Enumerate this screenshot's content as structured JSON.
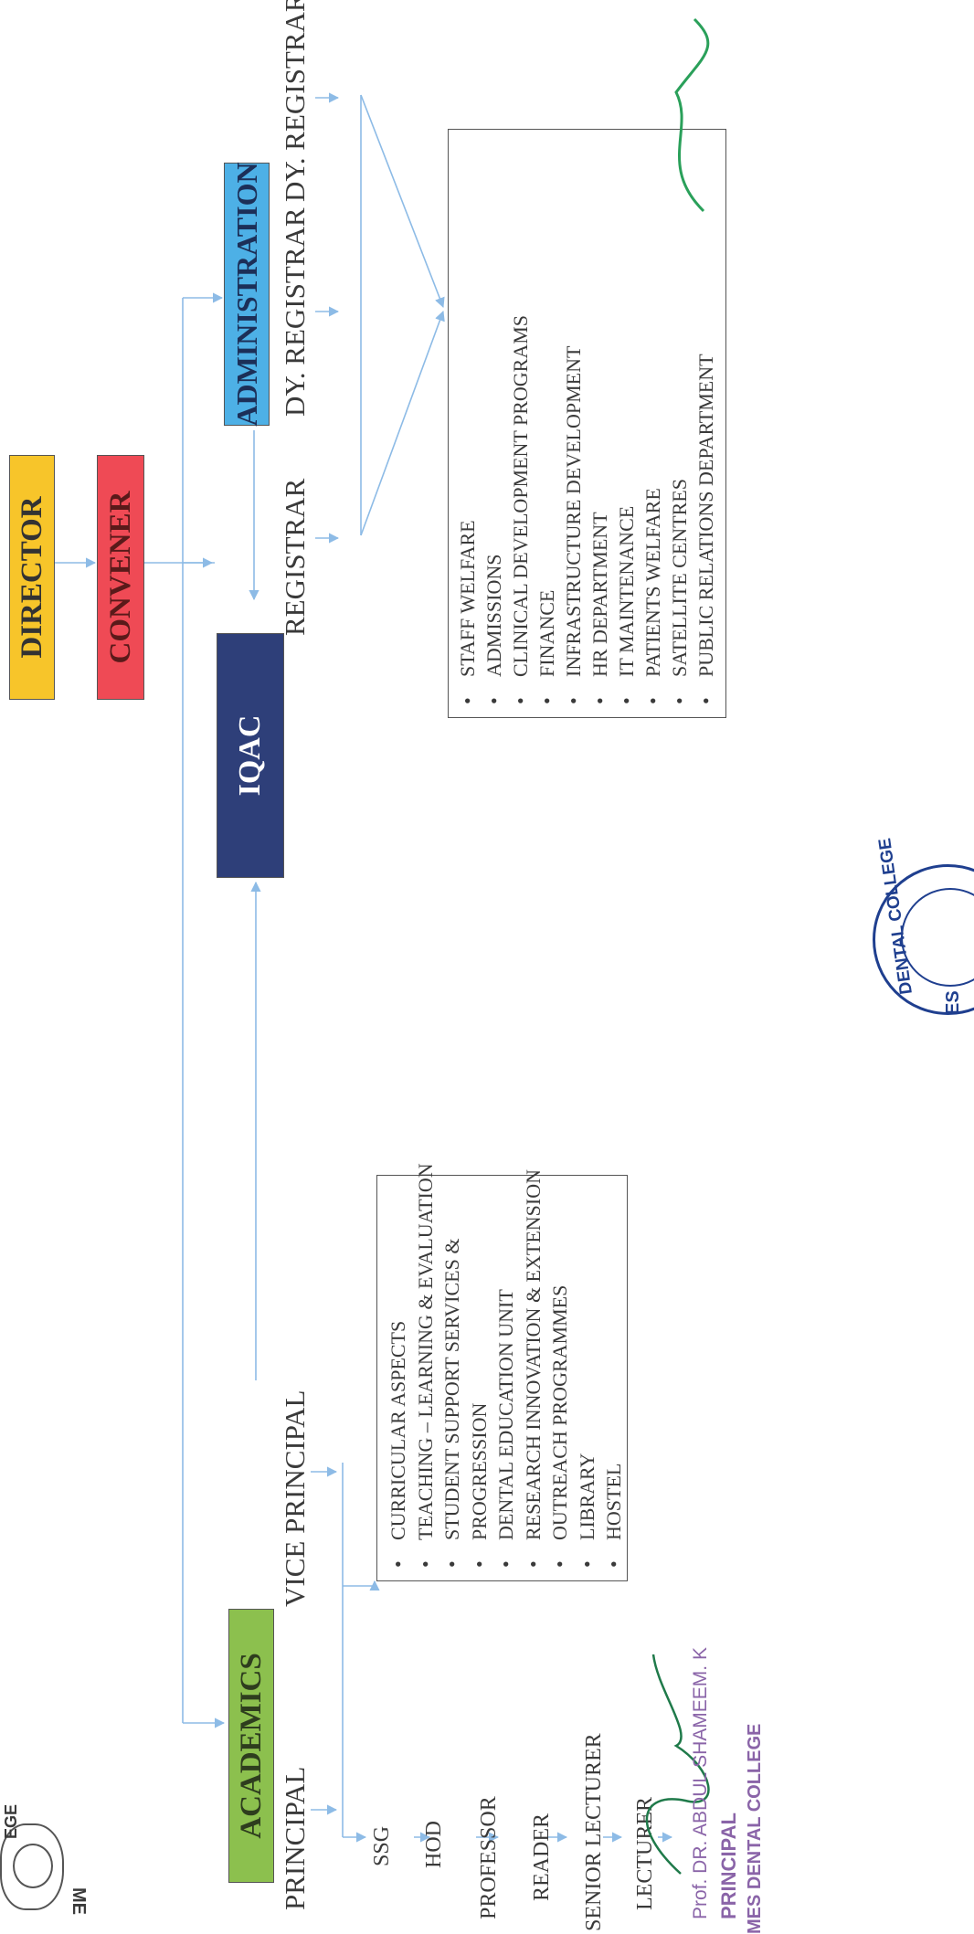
{
  "header": {
    "emblem_text_top": "EGE",
    "emblem_text_bottom": "ME"
  },
  "nodes": {
    "director": "DIRECTOR",
    "convener": "CONVENER",
    "iqac": "IQAC",
    "academics": "ACADEMICS",
    "administration": "ADMINISTRATION"
  },
  "academics_roles": {
    "principal": "PRINCIPAL",
    "vice_principal": "VICE PRINCIPAL"
  },
  "faculty_chain": [
    "SSG",
    "HOD",
    "PROFESSOR",
    "READER",
    "SENIOR LECTURER",
    "LECTURER"
  ],
  "academics_list": [
    "CURRICULAR ASPECTS",
    "TEACHING – LEARNING & EVALUATION",
    "STUDENT SUPPORT SERVICES &",
    "PROGRESSION",
    "DENTAL EDUCATION UNIT",
    "RESEARCH INNOVATION & EXTENSION",
    "OUTREACH PROGRAMMES",
    "LIBRARY",
    "HOSTEL"
  ],
  "administration_roles": {
    "registrar": "REGISTRAR",
    "dy_registrar_1": "DY. REGISTRAR",
    "dy_registrar_2": "DY. REGISTRAR"
  },
  "administration_list": [
    "STAFF WELFARE",
    "ADMISSIONS",
    "CLINICAL DEVELOPMENT PROGRAMS",
    "FINANCE",
    "INFRASTRUCTURE DEVELOPMENT",
    "HR DEPARTMENT",
    "IT MAINTENANCE",
    "PATIENTS WELFARE",
    "SATELLITE CENTRES",
    "PUBLIC RELATIONS DEPARTMENT"
  ],
  "seal": {
    "text": "DENTAL COLLEGE",
    "fragment": "ES"
  },
  "signature": {
    "name": "Prof. DR. ABDUL SHAMEEM. K",
    "title": "PRINCIPAL",
    "cutoff": "MES DENTAL COLLEGE"
  },
  "colors": {
    "director": "#f7c52a",
    "convener": "#ef4a55",
    "iqac": "#2e3f79",
    "academics": "#8cc04e",
    "administration": "#4db0e6",
    "arrow": "#8dbbe6",
    "seal": "#1f3f8f",
    "signature_ink": "#1f7a4a",
    "signature_text": "#8a64a8"
  }
}
